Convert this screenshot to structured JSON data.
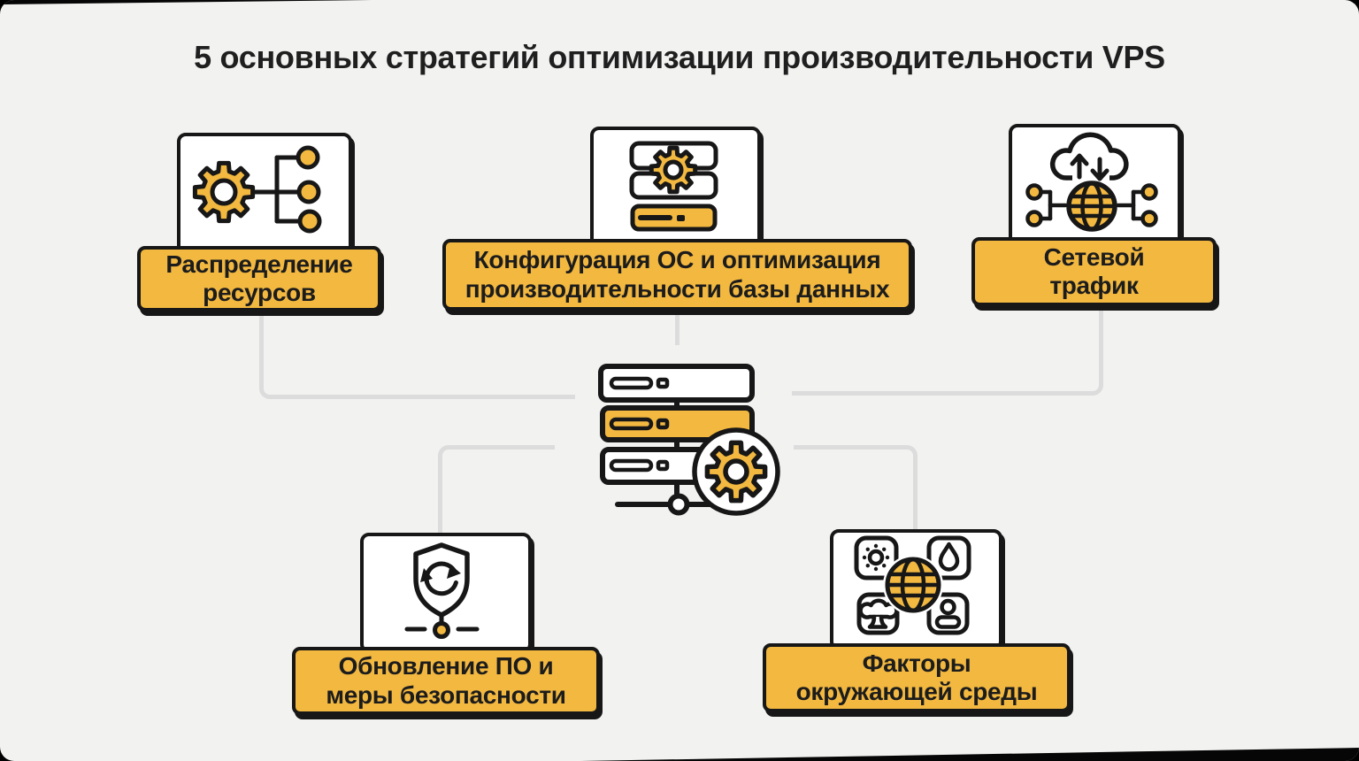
{
  "title": "5 основных стратегий оптимизации производительности VPS",
  "colors": {
    "accent": "#F2B840",
    "outline": "#171717",
    "background": "#F2F2F0",
    "connector": "#DCDCDC",
    "card_bg": "#FFFFFF"
  },
  "strategies": [
    {
      "id": "resource-allocation",
      "icon": "gear-hierarchy-icon",
      "label": "Распределение\nресурсов"
    },
    {
      "id": "os-config-db-optimization",
      "icon": "server-stack-gear-icon",
      "label": "Конфигурация ОС и оптимизация\nпроизводительности базы данных"
    },
    {
      "id": "network-traffic",
      "icon": "cloud-transfer-globe-icon",
      "label": "Сетевой\nтрафик"
    },
    {
      "id": "software-updates-security",
      "icon": "shield-sync-icon",
      "label": "Обновление ПО и\nмеры безопасности"
    },
    {
      "id": "environmental-factors",
      "icon": "globe-environment-icon",
      "label": "Факторы\nокружающей среды"
    }
  ],
  "center": {
    "icon": "server-rack-gear-icon"
  }
}
